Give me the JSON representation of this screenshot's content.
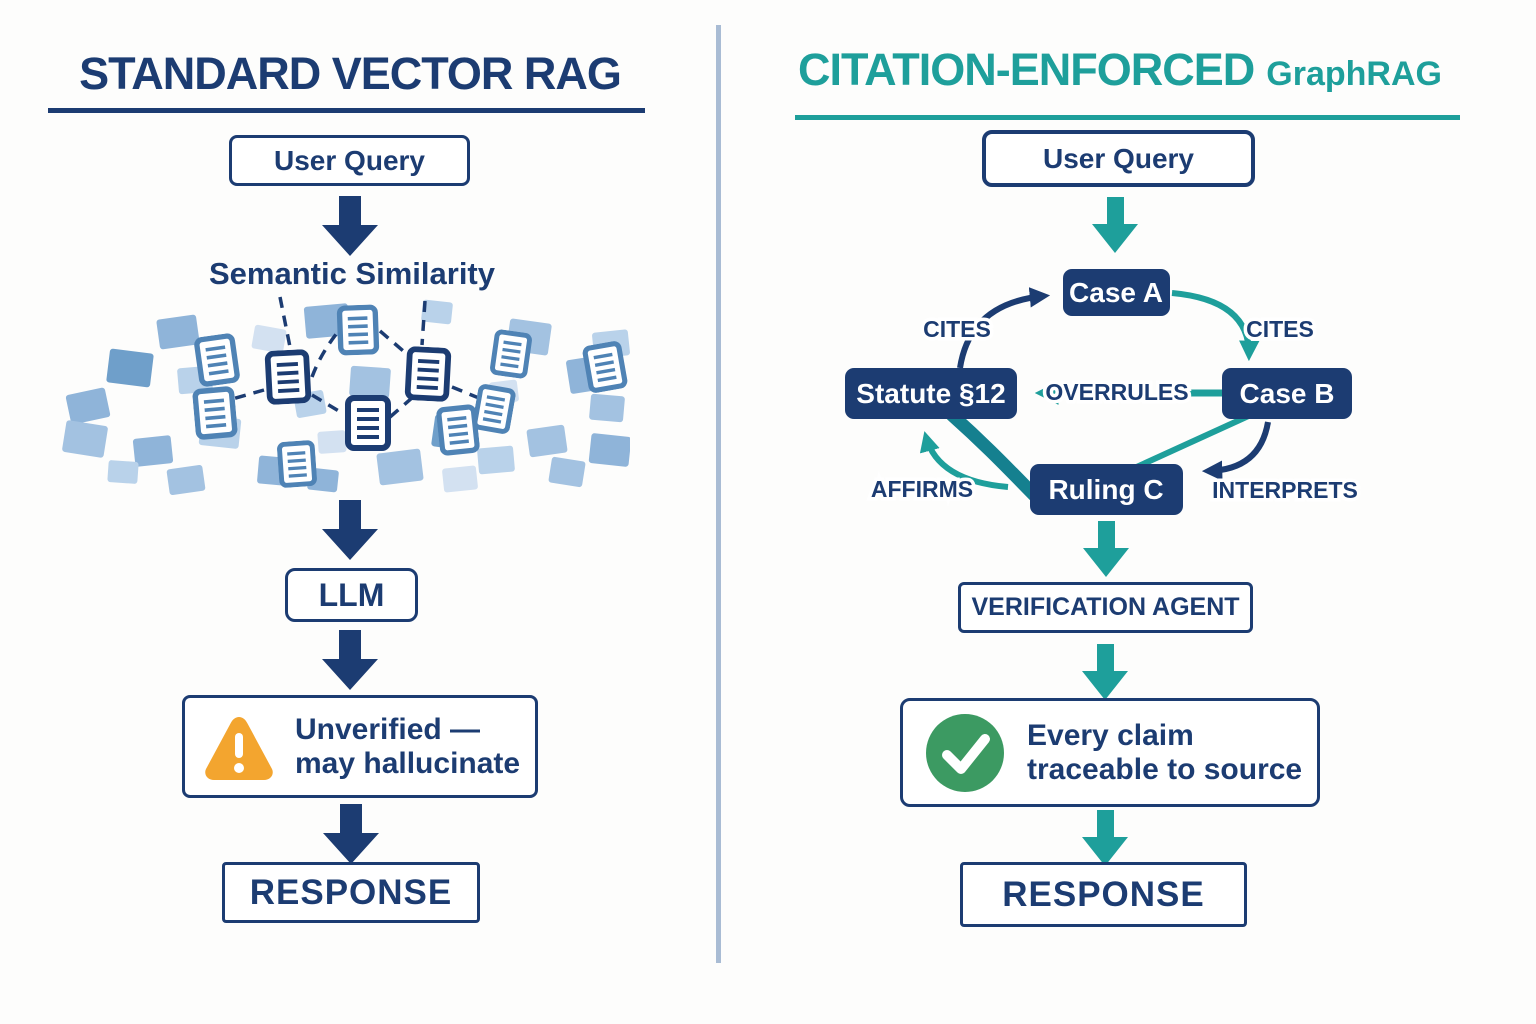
{
  "colors": {
    "navy": "#1c3c72",
    "teal": "#1e9f9b",
    "tealdark": "#15808f",
    "orange": "#f3a52f",
    "green": "#3c9a62",
    "divider": "#a9bcd4",
    "bluea": "#b9d2ea",
    "blueb": "#8fb4d9",
    "bluec": "#a3c2e1",
    "blued": "#6f9fca",
    "bluee": "#d3e1f1",
    "docmed": "#4f83b5"
  },
  "icons": {
    "warning": "warning-triangle-icon",
    "verified": "check-circle-icon",
    "document": "document-icon"
  },
  "left": {
    "title": "STANDARD VECTOR RAG",
    "user_query": "User Query",
    "similarity_label": "Semantic Similarity",
    "llm": "LLM",
    "warning": {
      "line1": "Unverified —",
      "line2": "may hallucinate"
    },
    "response": "RESPONSE"
  },
  "right": {
    "title": "CITATION-ENFORCED",
    "title_suffix": "GraphRAG",
    "user_query": "User Query",
    "graph": {
      "nodes": {
        "case_a": "Case A",
        "case_b": "Case B",
        "statute": "Statute §12",
        "ruling_c": "Ruling C"
      },
      "edges": {
        "cites_left": "CITES",
        "cites_right": "CITES",
        "overrules": "OVERRULES",
        "affirms": "AFFIRMS",
        "interprets": "INTERPRETS"
      }
    },
    "verification_agent": "VERIFICATION AGENT",
    "claim": {
      "line1": "Every claim",
      "line2": "traceable to source"
    },
    "response": "RESPONSE"
  }
}
